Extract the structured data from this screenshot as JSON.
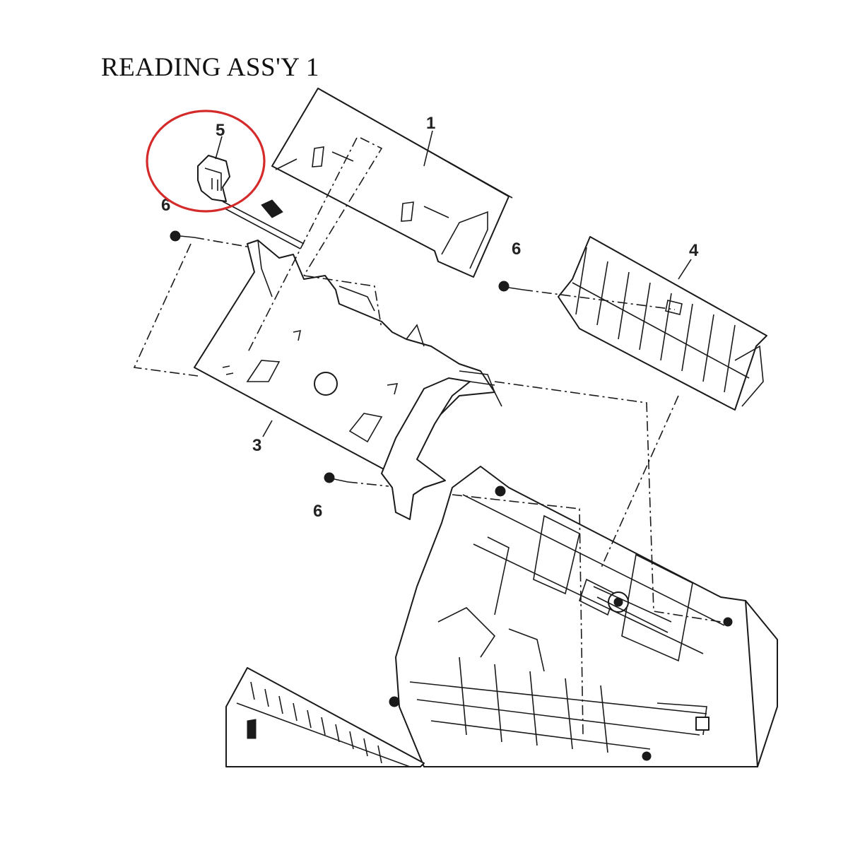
{
  "title": "READING ASS'Y 1",
  "callouts": {
    "part_1": "1",
    "part_3": "3",
    "part_4": "4",
    "part_5": "5",
    "screw_a": "6",
    "screw_b": "6",
    "screw_c": "6"
  },
  "highlight": {
    "target": "part_5",
    "color": "#d42a2a"
  }
}
